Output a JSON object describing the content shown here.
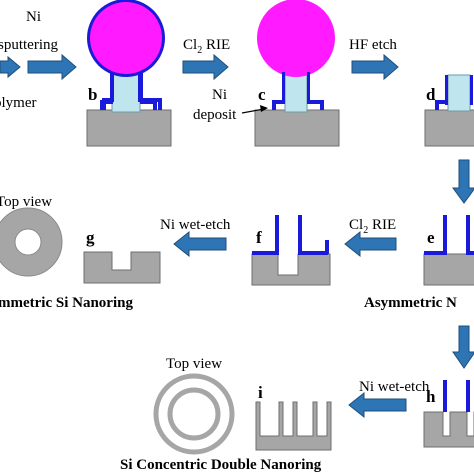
{
  "steps": {
    "ni_sputtering_line1": "Ni",
    "ni_sputtering_line2": "sputtering",
    "polymer": "olymer",
    "cl2_rie_top_prefix": "Cl",
    "cl2_rie_top_sub": "2",
    "cl2_rie_top_suffix": " RIE",
    "hf_etch": "HF etch",
    "ni_deposit_line1": "Ni",
    "ni_deposit_line2": "deposit",
    "cl2_rie_mid_prefix": "Cl",
    "cl2_rie_mid_sub": "2",
    "cl2_rie_mid_suffix": " RIE",
    "ni_wet_etch_mid": "Ni wet-etch",
    "ni_wet_etch_bottom": "Ni wet-etch",
    "top_view_mid": "Top view",
    "top_view_bottom": "Top view"
  },
  "panel_letters": {
    "b": "b",
    "c": "c",
    "d": "d",
    "e": "e",
    "f": "f",
    "g": "g",
    "h": "h",
    "i": "i"
  },
  "captions": {
    "symmetric": "mmetric Si Nanoring",
    "asymmetric": "Asymmetric N",
    "double": "Si Concentric Double Nanoring"
  },
  "colors": {
    "substrate": "#a6a6a6",
    "substrate_stroke": "#6e6e6e",
    "polymer_ball": "#ff1aff",
    "nickel": "#1a1adb",
    "pillar": "#bfe6ef",
    "arrow_fill": "#2e75b6",
    "arrow_stroke": "#1f4e79"
  }
}
